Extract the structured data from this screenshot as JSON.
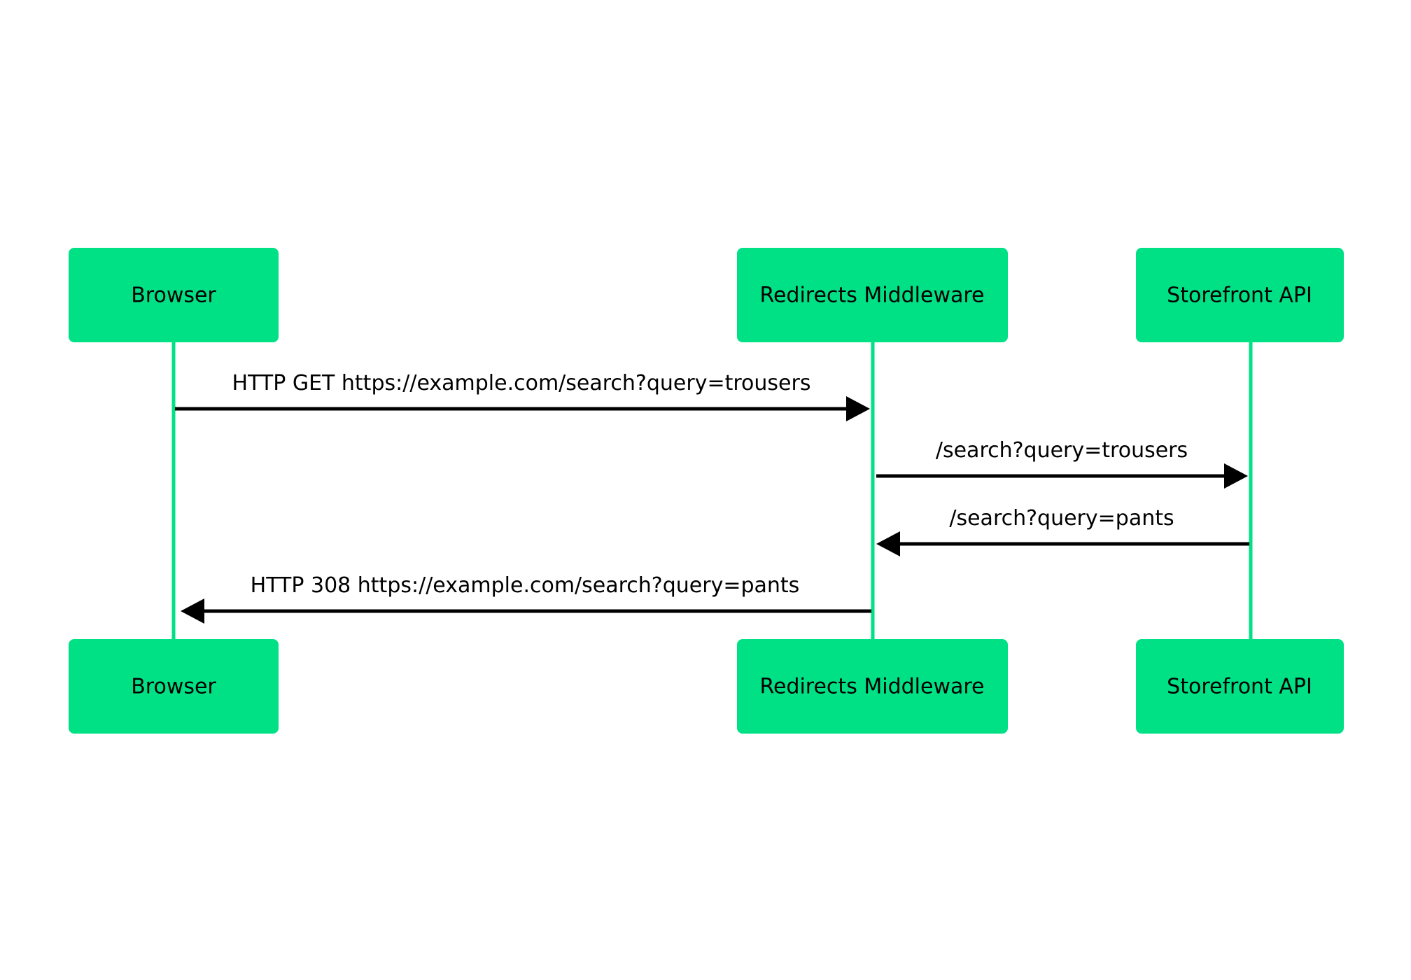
{
  "diagram": {
    "type": "sequence-diagram",
    "title": "",
    "background_color": "#ffffff",
    "participant_color": "#00e186",
    "line_color": "#000000",
    "lifeline_color": "#00e186",
    "participants": [
      {
        "id": "browser",
        "label": "Browser"
      },
      {
        "id": "redirects",
        "label": "Redirects Middleware"
      },
      {
        "id": "storefront",
        "label": "Storefront API"
      }
    ],
    "participants_bottom": [
      {
        "id": "browser-bottom",
        "label": "Browser"
      },
      {
        "id": "redirects-bottom",
        "label": "Redirects Middleware"
      },
      {
        "id": "storefront-bottom",
        "label": "Storefront API"
      }
    ],
    "messages": [
      {
        "id": "msg-1",
        "label": "HTTP GET https://example.com/search?query=trousers",
        "from": "browser",
        "to": "redirects",
        "direction": "right"
      },
      {
        "id": "msg-2",
        "label": "/search?query=trousers",
        "from": "redirects",
        "to": "storefront",
        "direction": "right"
      },
      {
        "id": "msg-3",
        "label": "/search?query=pants",
        "from": "storefront",
        "to": "redirects",
        "direction": "left"
      },
      {
        "id": "msg-4",
        "label": "HTTP 308 https://example.com/search?query=pants",
        "from": "redirects",
        "to": "browser",
        "direction": "left"
      }
    ]
  }
}
